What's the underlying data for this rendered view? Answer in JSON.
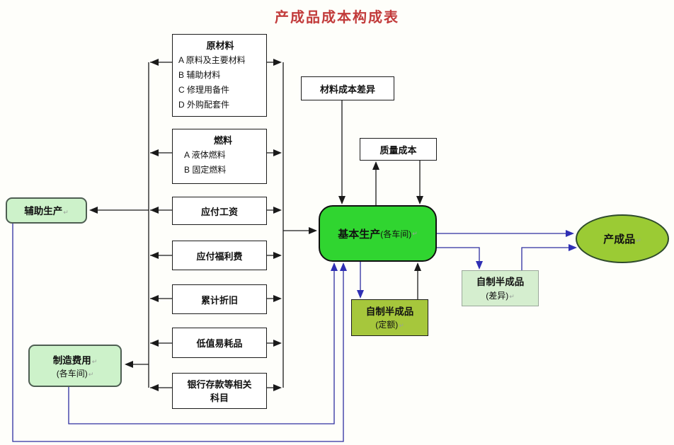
{
  "title": "产成品成本构成表",
  "artifacts": {
    "return_mark": "↵"
  },
  "colors": {
    "title_red": "#c23b3b",
    "basic_production_green": "#30d530",
    "finished_green": "#9bcb34",
    "quota_olive": "#a6c73c",
    "soft_green": "#cdf2ca",
    "pale_green": "#d5eecf",
    "blue_line": "#2e2ea0",
    "black_line": "#1a1a1a"
  },
  "boxes": {
    "raw_materials": {
      "title": "原材料",
      "items": [
        "A 原料及主要材料",
        "B 辅助材料",
        "C 修理用备件",
        "D 外购配套件"
      ]
    },
    "fuel": {
      "title": "燃料",
      "items": [
        "A 液体燃料",
        "B 固定燃料"
      ]
    },
    "payable_wages": {
      "label": "应付工资"
    },
    "payable_welfare": {
      "label": "应付福利费"
    },
    "accumulated_depreciation": {
      "label": "累计折旧"
    },
    "low_value_consumables": {
      "label": "低值易耗品"
    },
    "bank_deposit": {
      "lines": [
        "银行存款等相关",
        "科目"
      ]
    },
    "material_cost_variance": {
      "label": "材料成本差异"
    },
    "quality_cost": {
      "label": "质量成本"
    },
    "basic_production": {
      "label": "基本生产",
      "sub": "(各车间)"
    },
    "auxiliary_production": {
      "label": "辅助生产"
    },
    "manufacturing_overhead": {
      "label": "制造费用",
      "sub": "(各车间)"
    },
    "semi_finished_quota": {
      "label": "自制半成品",
      "sub": "(定额)"
    },
    "semi_finished_variance": {
      "label": "自制半成品",
      "sub": "(差异)"
    },
    "finished_product": {
      "label": "产成品"
    }
  }
}
